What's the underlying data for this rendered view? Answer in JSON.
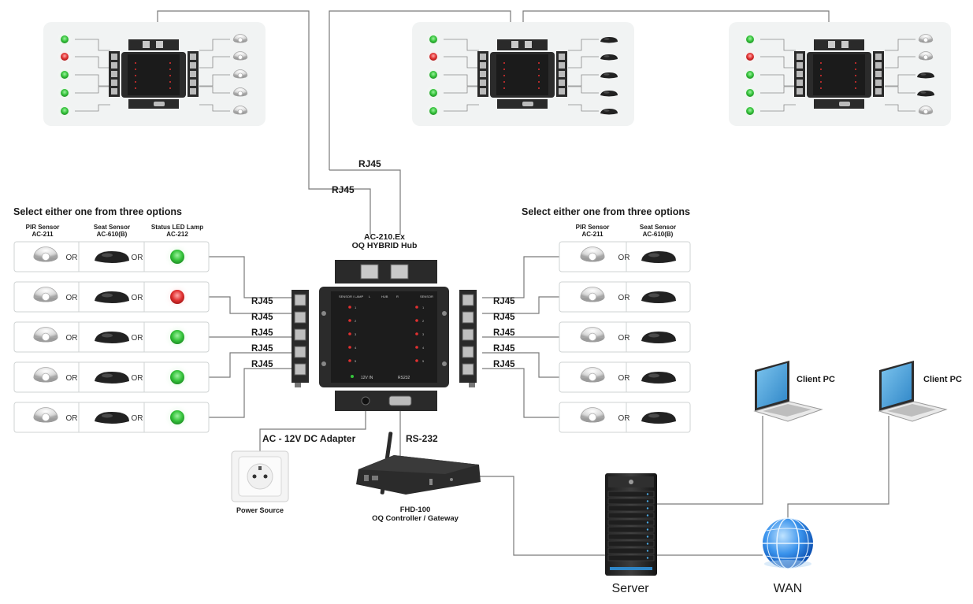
{
  "labels": {
    "rj45": "RJ45",
    "select_title": "Select either one from three options",
    "or": "OR",
    "hub_line1": "AC-210.Ex",
    "hub_line2": "OQ HYBRID Hub",
    "pir_line1": "PIR Sensor",
    "pir_line2": "AC-211",
    "seat_line1": "Seat Sensor",
    "seat_line2": "AC-610(B)",
    "led_line1": "Status LED Lamp",
    "led_line2": "AC-212",
    "adapter": "AC - 12V DC Adapter",
    "rs232": "RS-232",
    "power_source": "Power Source",
    "gateway_line1": "FHD-100",
    "gateway_line2": "OQ Controller / Gateway",
    "client_pc": "Client PC",
    "server": "Server",
    "wan": "WAN"
  },
  "hub_panel": {
    "header_left": "SENSOR / LAMP",
    "header_l": "L",
    "header_hub": "HUB",
    "header_r": "R",
    "header_right": "SENSOR",
    "power_label": "12V IN",
    "serial_label": "RS232",
    "left_ports": [
      "1",
      "2",
      "3",
      "4",
      "5"
    ],
    "right_ports": [
      "1",
      "2",
      "3",
      "4",
      "5"
    ]
  },
  "left_led_states": [
    "green",
    "red",
    "green",
    "green",
    "green"
  ],
  "colors": {
    "line": "#7a7a7a",
    "device": "#2b2b2b",
    "led_green": "#35c53b",
    "led_red": "#e23030",
    "screen_blue": "#4aa7e0",
    "globe": "#2a7fe0"
  }
}
